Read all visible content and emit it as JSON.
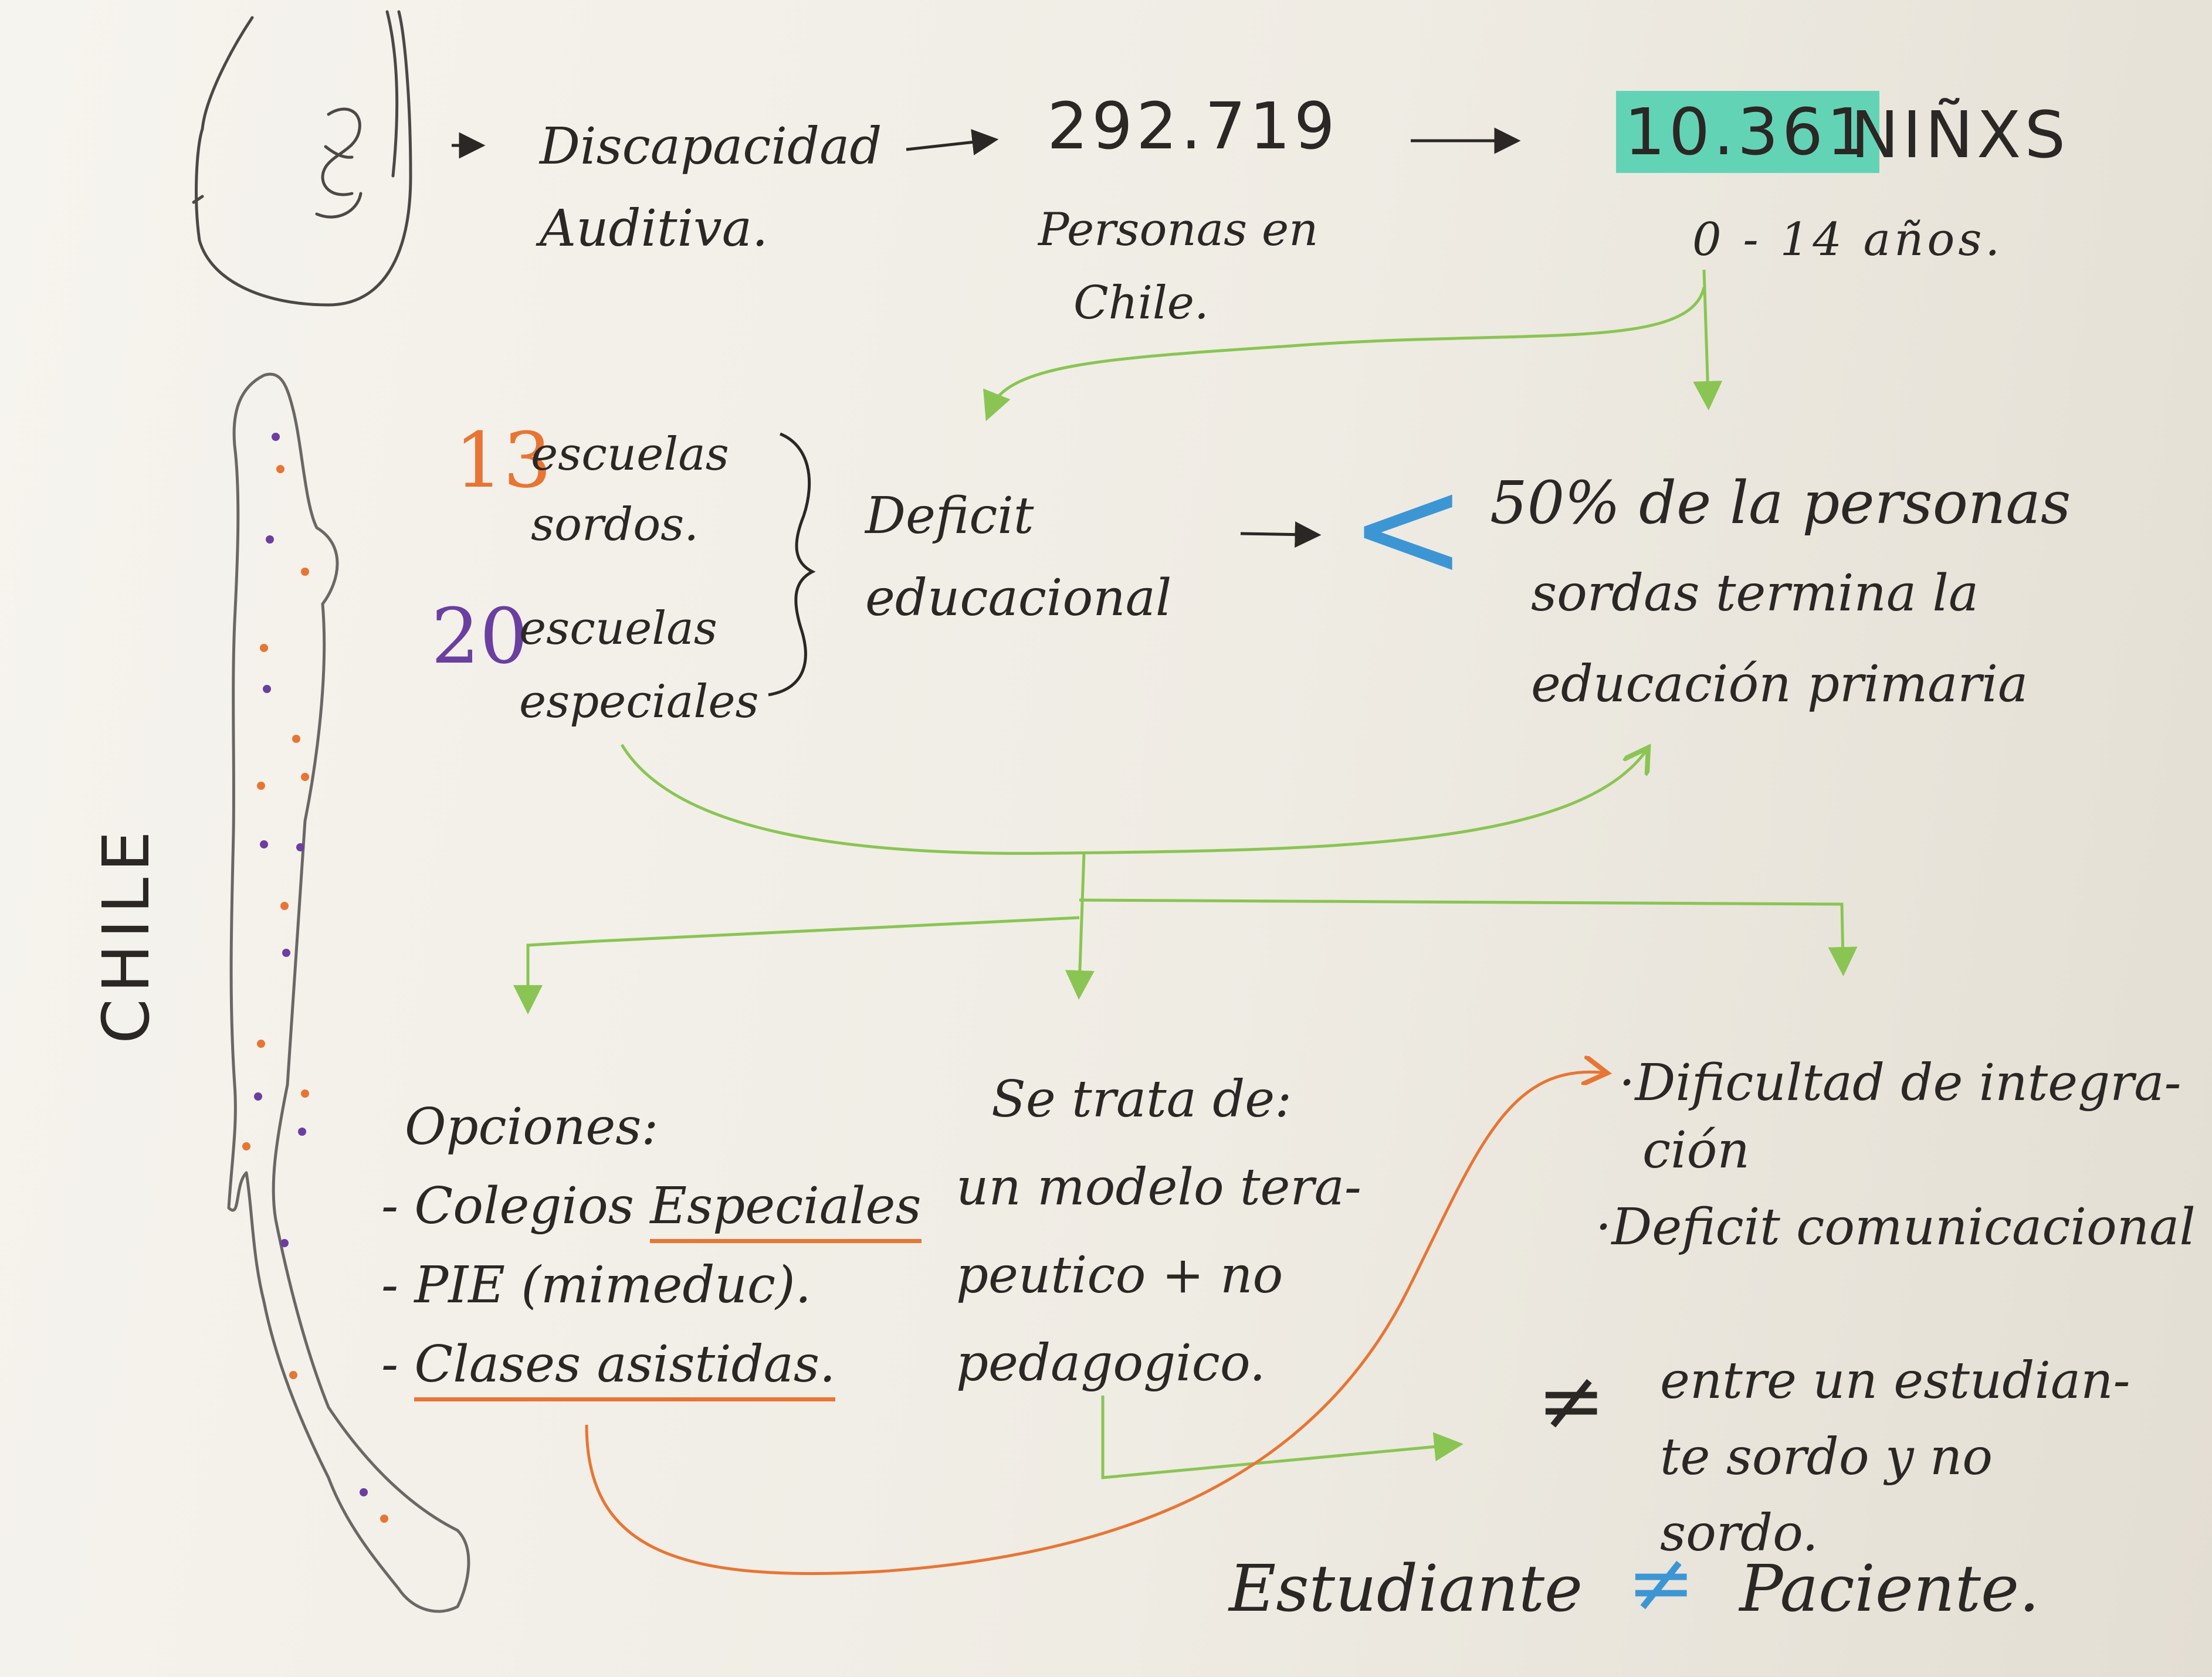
{
  "colors": {
    "ink": "#2a2724",
    "pencil": "#4b4845",
    "green": "#8ac553",
    "orange": "#e87534",
    "purple": "#6a3fa0",
    "blue": "#3d96d4",
    "highlight": "#63d3b6"
  },
  "icons": {
    "ear": "ear-icon",
    "map": "chile-map-icon"
  },
  "map": {
    "label": "CHILE"
  },
  "top": {
    "condition": [
      "Discapacidad",
      "Auditiva."
    ],
    "total": "292.719",
    "total_caption": [
      "Personas en",
      "Chile."
    ],
    "children": "10.361",
    "children_label": "NIÑXS",
    "age_range": "0 - 14 años."
  },
  "schools": {
    "deaf_count": "13",
    "deaf_label": [
      "escuelas",
      "sordos."
    ],
    "special_count": "20",
    "special_label": [
      "escuelas",
      "especiales"
    ]
  },
  "deficit": [
    "Deficit",
    "educacional"
  ],
  "comparison": {
    "symbol": "<",
    "lines": [
      "50% de la personas",
      "sordas termina la",
      "educación primaria"
    ]
  },
  "options": {
    "title": "Opciones:",
    "items": [
      {
        "prefix": "-",
        "text": "Colegios",
        "emph": "Especiales"
      },
      {
        "prefix": "-",
        "text": "PIE (mimeduc)."
      },
      {
        "prefix": "-",
        "text": "",
        "emph": "Clases asistidas."
      }
    ]
  },
  "model": [
    "Se trata de:",
    "un modelo tera-",
    "peutico + no",
    "pedagogico."
  ],
  "difficulties": [
    [
      "·Dificultad de integra-",
      "ción"
    ],
    [
      "·Deficit comunicacional"
    ]
  ],
  "difference": {
    "symbol": "≠",
    "lines": [
      "entre un estudian-",
      "te sordo y no",
      "sordo."
    ]
  },
  "bottom": {
    "left": "Estudiante",
    "symbol": "≠",
    "right": "Paciente."
  }
}
